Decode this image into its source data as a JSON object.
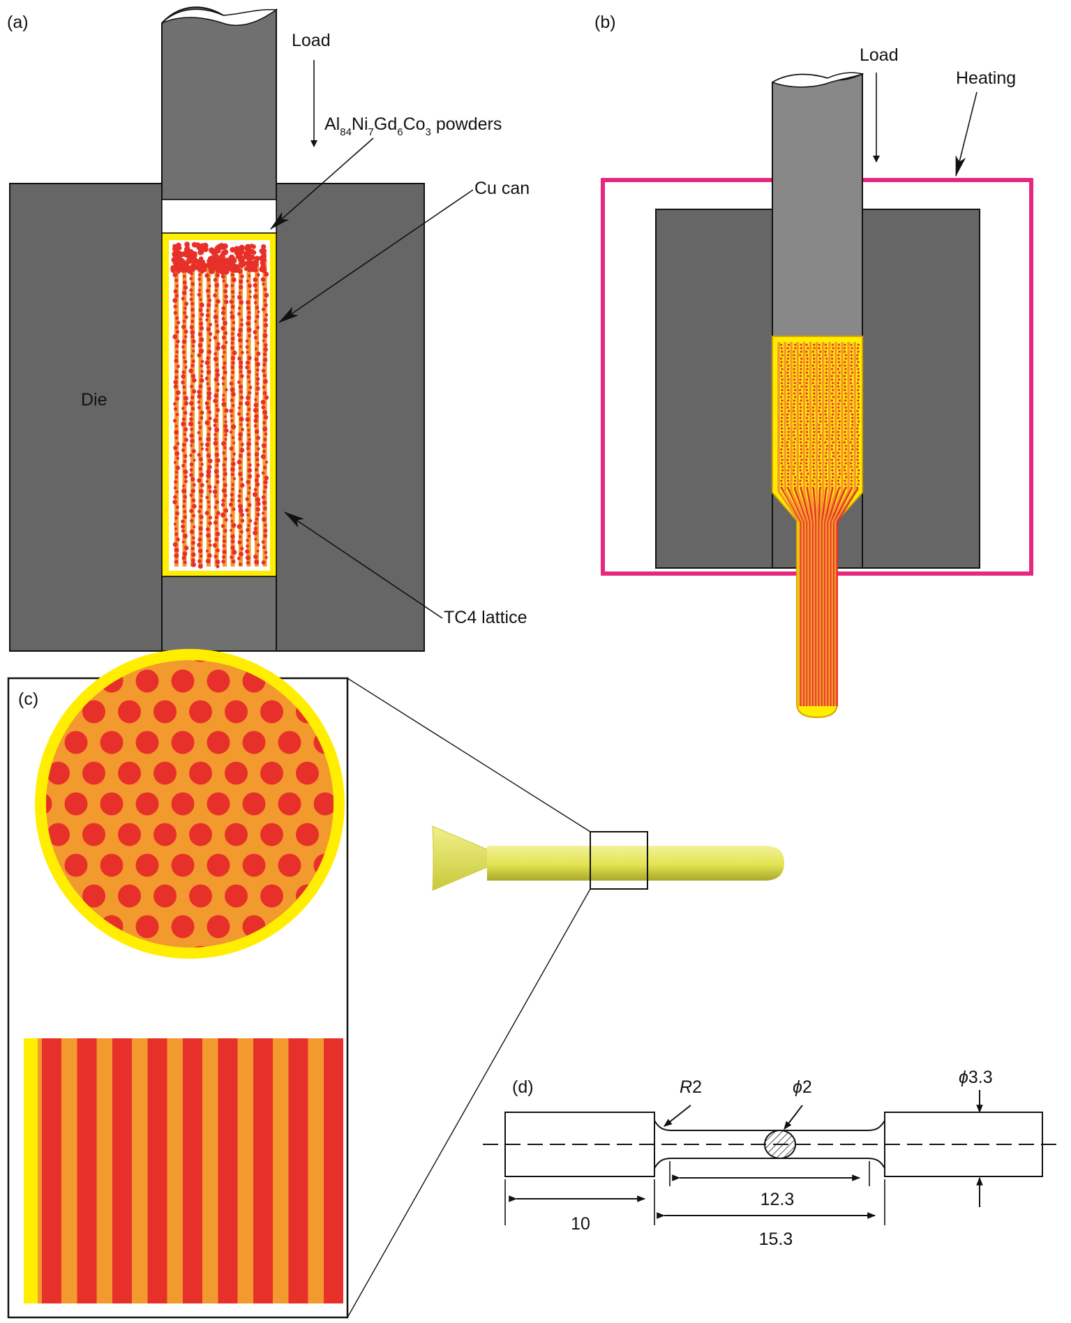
{
  "panel_a": {
    "tag": "(a)",
    "load": "Load",
    "powder_main": [
      "Al",
      "Ni",
      "Gd",
      "Co"
    ],
    "powder_subs": [
      "84",
      "7",
      "6",
      "3"
    ],
    "powder_suffix": " powders",
    "cu_can": "Cu can",
    "die": "Die",
    "tc4": "TC4 lattice"
  },
  "panel_b": {
    "tag": "(b)",
    "load": "Load",
    "heating": "Heating"
  },
  "panel_c": {
    "tag": "(c)"
  },
  "panel_d": {
    "tag": "(d)",
    "r2_letter": "R",
    "r2_value": "2",
    "phi_small": "2",
    "phi_large": "3.3",
    "phi_symbol": "ϕ",
    "len_10": "10",
    "len_12_3": "12.3",
    "len_15_3": "15.3"
  },
  "colors": {
    "die": "#666666",
    "punch": "#888888",
    "can": "#ffee00",
    "powder": "#e8302a",
    "lattice": "#f29a2e",
    "heating_frame": "#e6267f",
    "rod": "#e6e65a"
  }
}
